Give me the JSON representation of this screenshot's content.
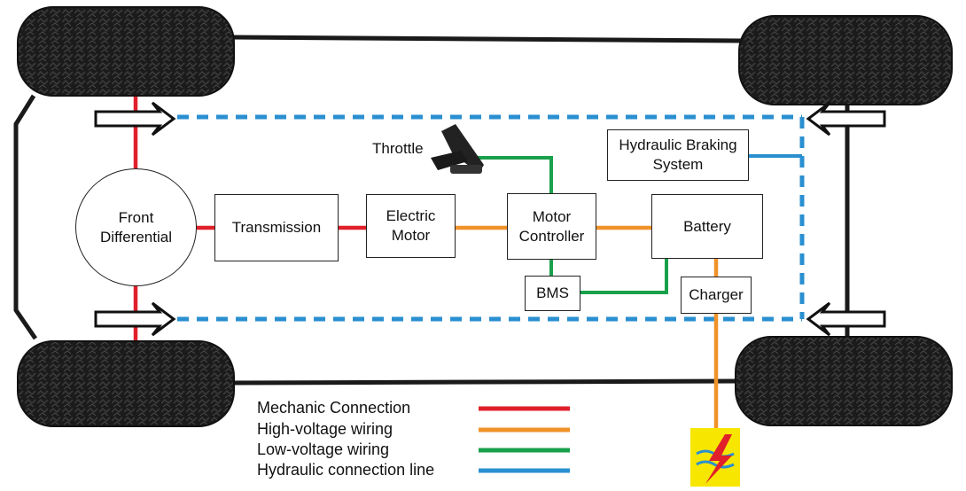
{
  "components": {
    "front_differential": "Front\nDifferential",
    "transmission": "Transmission",
    "electric_motor": "Electric\nMotor",
    "motor_controller": "Motor\nController",
    "battery": "Battery",
    "hydraulic_braking": "Hydraulic Braking\nSystem",
    "bms": "BMS",
    "charger": "Charger",
    "throttle": "Throttle"
  },
  "legend": [
    {
      "label": "Mechanic Connection",
      "color": "#e0202a"
    },
    {
      "label": "High-voltage wiring",
      "color": "#f0922a"
    },
    {
      "label": "Low-voltage wiring",
      "color": "#18a04a"
    },
    {
      "label": "Hydraulic connection line",
      "color": "#2a8fd0"
    }
  ],
  "colors": {
    "mechanic": "#e0202a",
    "high_voltage": "#f0922a",
    "low_voltage": "#18a04a",
    "hydraulic": "#2a8fd0",
    "chassis": "#1a1a1a",
    "power_sign": "#f7e600"
  }
}
